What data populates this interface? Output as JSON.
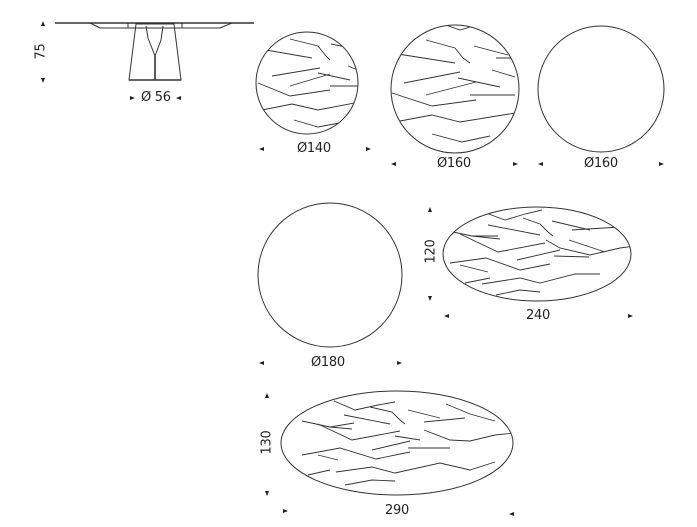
{
  "side_view": {
    "height_label": "75",
    "base_label": "Ø 56"
  },
  "tops": [
    {
      "id": "round-140-grain",
      "shape": "circle",
      "label": "Ø140",
      "pattern": "grain"
    },
    {
      "id": "round-160-grain",
      "shape": "circle",
      "label": "Ø160",
      "pattern": "grain"
    },
    {
      "id": "round-160-plain",
      "shape": "circle",
      "label": "Ø160",
      "pattern": "plain"
    },
    {
      "id": "round-180-plain",
      "shape": "circle",
      "label": "Ø180",
      "pattern": "plain"
    },
    {
      "id": "oval-240x120-grain",
      "shape": "ellipse",
      "width_label": "240",
      "height_label": "120",
      "pattern": "grain"
    },
    {
      "id": "oval-290x130-grain",
      "shape": "ellipse",
      "width_label": "290",
      "height_label": "130",
      "pattern": "grain"
    }
  ],
  "colors": {
    "line": "#333333",
    "background": "#ffffff"
  }
}
